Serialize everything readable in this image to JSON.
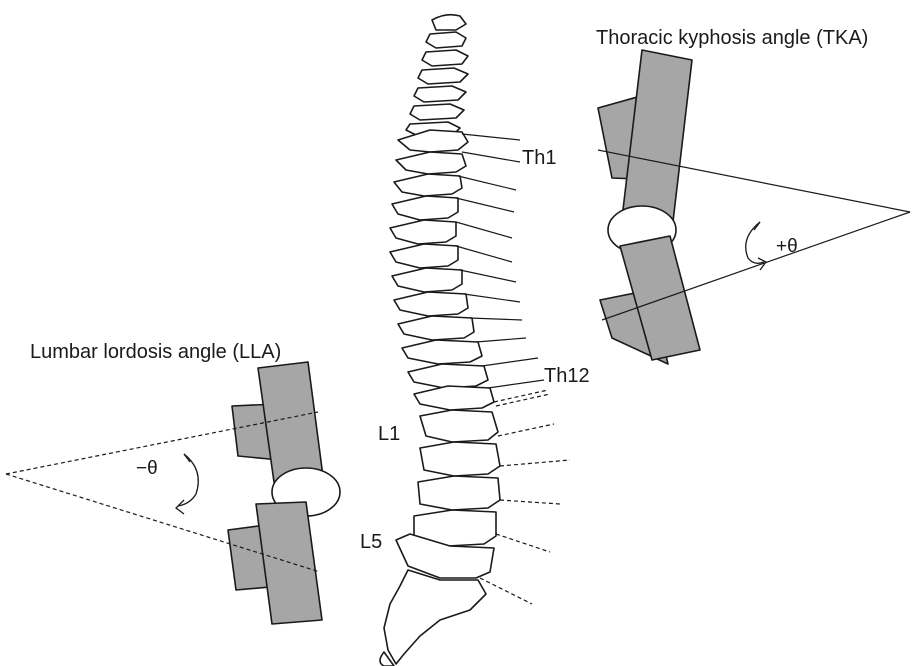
{
  "diagram": {
    "tka": {
      "title": "Thoracic kyphosis angle (TKA)",
      "angle_label": "+θ"
    },
    "lla": {
      "title": "Lumbar lordosis angle (LLA)",
      "angle_label": "−θ"
    },
    "vertebra_labels": {
      "th1": "Th1",
      "th12": "Th12",
      "l1": "L1",
      "l5": "L5"
    },
    "colors": {
      "block_fill": "#a6a6a6",
      "line": "#1a1a1a",
      "background": "#ffffff"
    }
  }
}
